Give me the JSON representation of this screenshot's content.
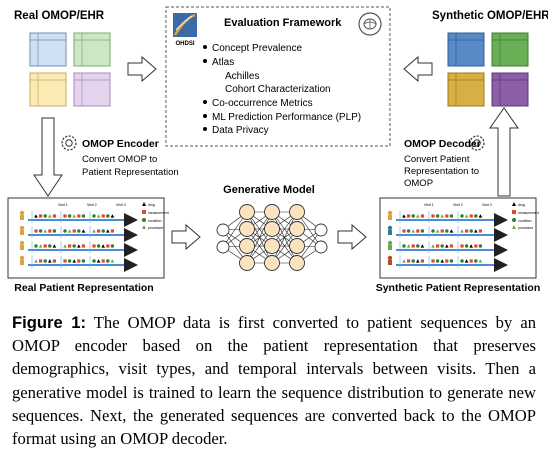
{
  "real_ehr": {
    "title": "Real OMOP/EHR",
    "colors": [
      "#cfe0f3",
      "#cde6c4",
      "#fbeab4",
      "#e3d3ec"
    ]
  },
  "synthetic_ehr": {
    "title": "Synthetic OMOP/EHR",
    "colors": [
      "#5a8ac6",
      "#6aae56",
      "#d7b043",
      "#8c5fa6"
    ]
  },
  "framework": {
    "logo_text": "OHDSI",
    "title": "Evaluation Framework",
    "items": [
      "Concept Prevalence",
      "Atlas",
      "Achilles",
      "Cohort Characterization",
      "Co-occurrence Metrics",
      "ML Prediction Performance (PLP)",
      "Data Privacy"
    ]
  },
  "encoder": {
    "title": "OMOP Encoder",
    "line1": "Convert OMOP to",
    "line2": "Patient Representation"
  },
  "decoder": {
    "title": "OMOP Decoder",
    "line1": "Convert Patient",
    "line2": "Representation to",
    "line3": "OMOP"
  },
  "model": {
    "title": "Generative Model"
  },
  "real_rep": {
    "caption": "Real Patient Representation",
    "visits": [
      "Visit 1",
      "Visit 2",
      "Visit 3"
    ],
    "legend": [
      "drug",
      "measurement",
      "condition",
      "procedure"
    ]
  },
  "synthetic_rep": {
    "caption": "Synthetic Patient Representation",
    "visits": [
      "Visit 1",
      "Visit 2",
      "Visit 3"
    ],
    "legend": [
      "drug",
      "measurement",
      "condition",
      "procedure"
    ]
  },
  "caption": {
    "label": "Figure 1:",
    "text": " The OMOP data is first converted to patient sequences by an OMOP encoder based on the patient representation that preserves demographics, visit types, and temporal intervals between visits. Then a generative model is trained to learn the sequence distribution to generate new sequences. Next, the generated sequences are converted back to the OMOP format using an OMOP decoder."
  }
}
